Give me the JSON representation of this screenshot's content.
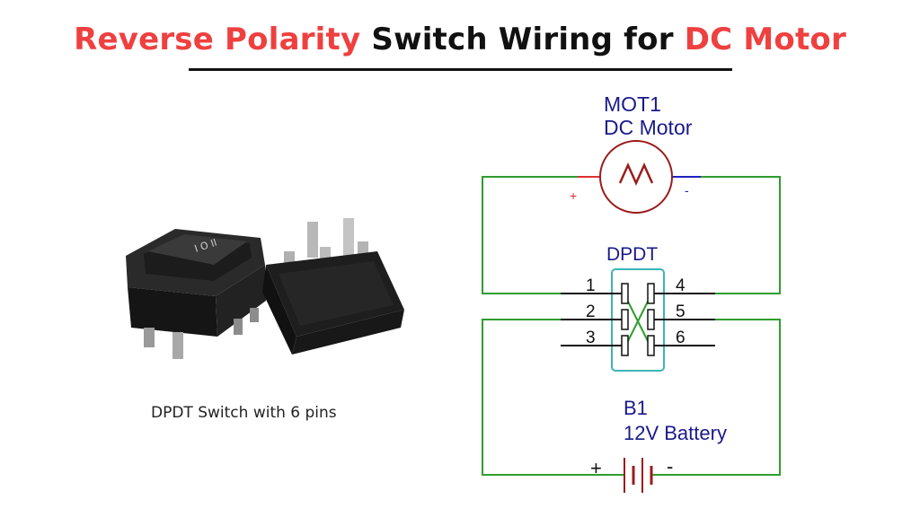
{
  "title": {
    "part1": "Reverse Polarity",
    "part2": "Switch Wiring for",
    "part3": "DC Motor"
  },
  "photo": {
    "caption": "DPDT Switch with 6 pins",
    "rocker_mark": "I O II"
  },
  "circuit": {
    "motor": {
      "ref": "MOT1",
      "name": "DC Motor",
      "plus": "+",
      "minus": "-"
    },
    "switch": {
      "ref": "DPDT",
      "pins": [
        "1",
        "2",
        "3",
        "4",
        "5",
        "6"
      ]
    },
    "battery": {
      "ref": "B1",
      "name": "12V Battery",
      "plus": "+",
      "minus": "-"
    }
  },
  "colors": {
    "title_highlight": "#ef4040",
    "title_text": "#111111",
    "wire": "#2e9e2e",
    "label_blue": "#1a1a8c",
    "switch_box": "#3db4b4",
    "motor_red": "#9b1c1c",
    "positive_lead": "#e03030",
    "negative_lead": "#2020c0"
  }
}
